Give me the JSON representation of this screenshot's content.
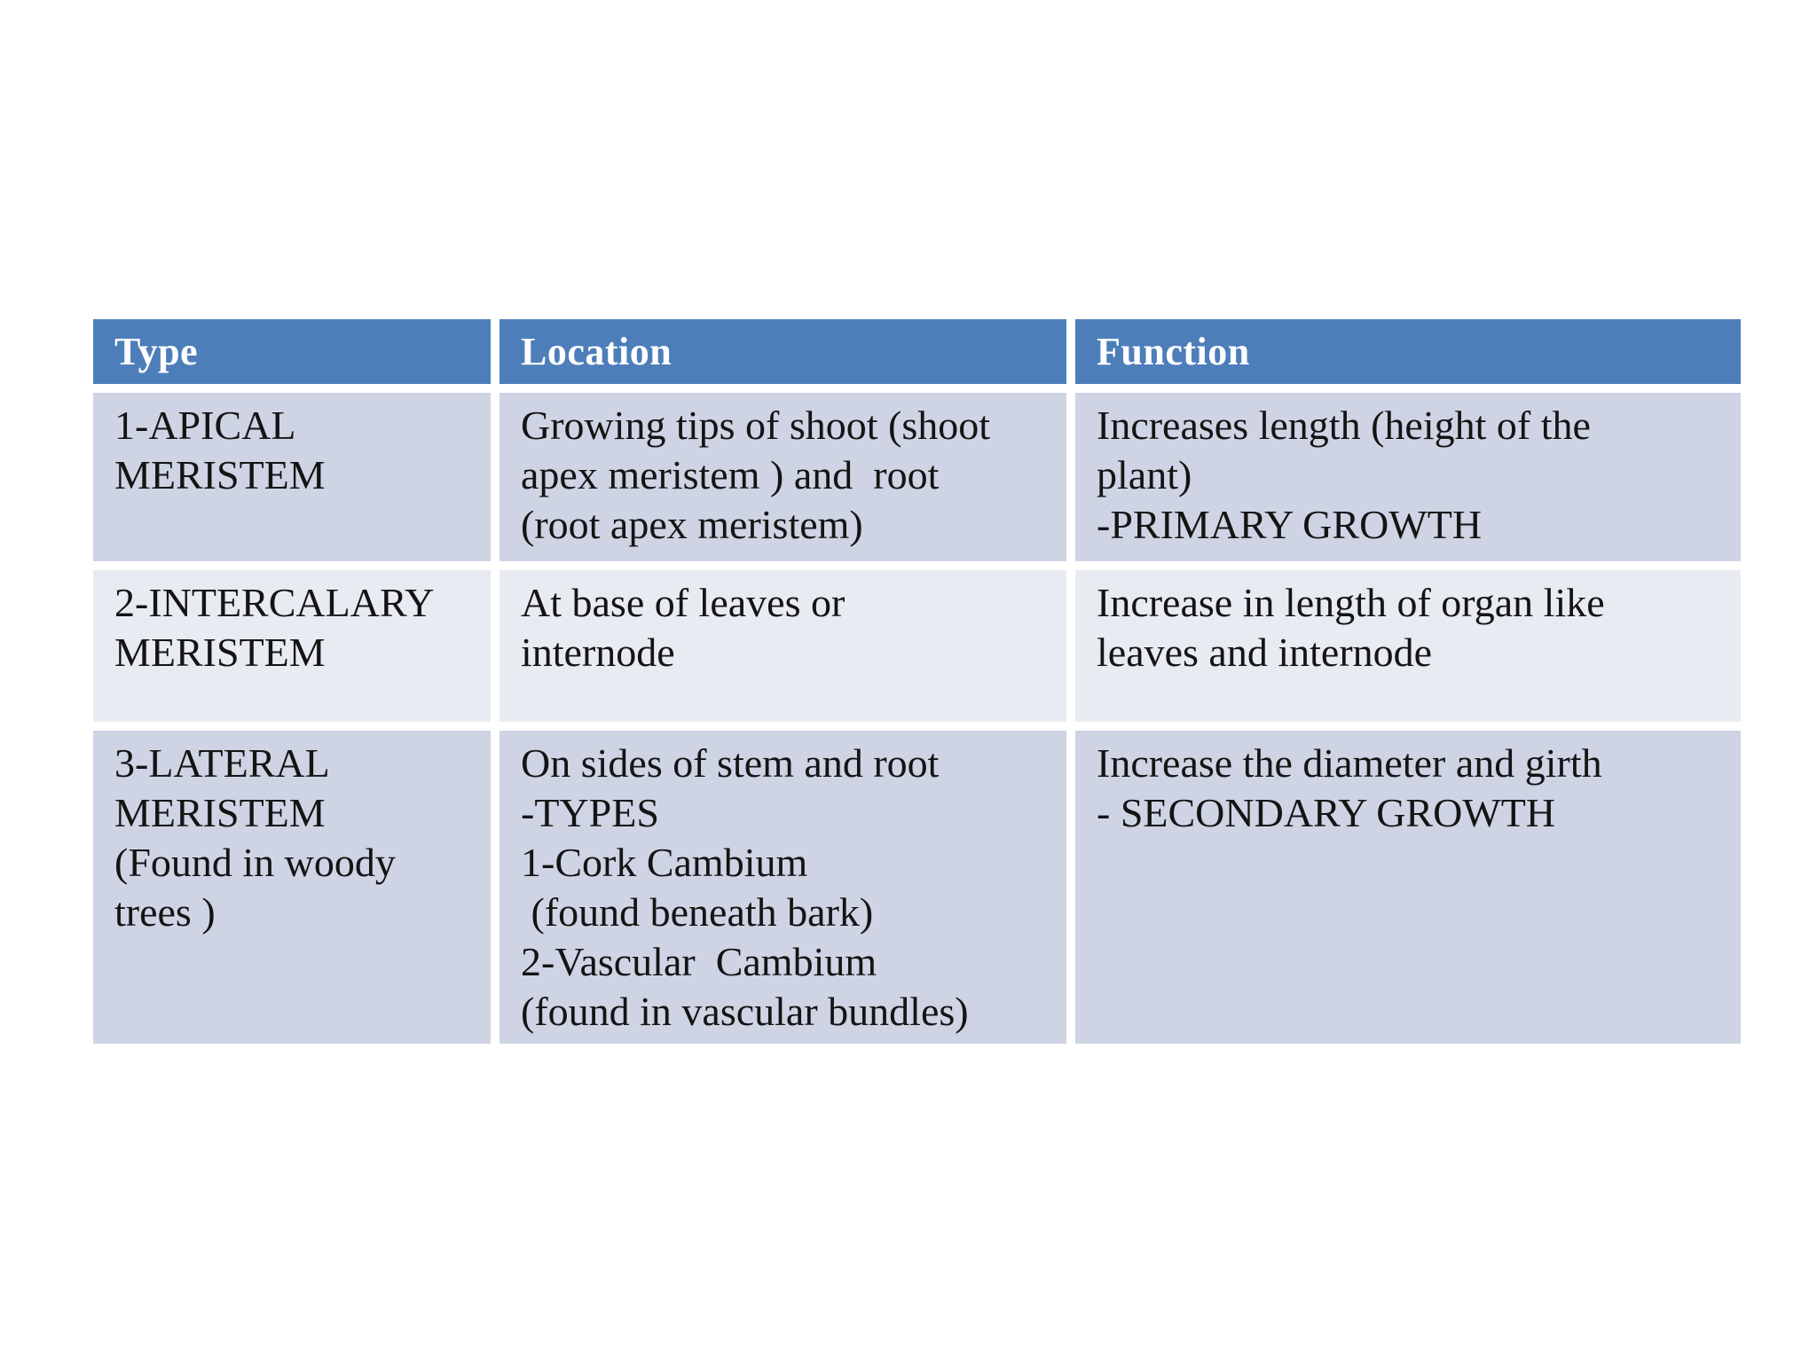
{
  "slide": {
    "kind": "presentation-slide-table",
    "title": ""
  },
  "colors": {
    "slide-bg": "#FFFFFF",
    "divider": "#FFFFFF",
    "header-bg": "#4D7EBA",
    "header-text": "#FFFFFF",
    "row-odd-bg": "#CED4E4",
    "row-even-bg": "#E9EBF2",
    "body-text": "#141414"
  },
  "table": {
    "headers": [
      "Type",
      "Location",
      "Function"
    ],
    "rows": [
      {
        "type": "1-APICAL\nMERISTEM",
        "location": "Growing tips of shoot (shoot\napex meristem ) and  root\n(root apex meristem)",
        "function": "Increases length (height of the\nplant)\n-PRIMARY GROWTH"
      },
      {
        "type": "2-INTERCALARY\nMERISTEM",
        "location": "At base of leaves or\ninternode",
        "function": "Increase in length of organ like\nleaves and internode"
      },
      {
        "type": "3-LATERAL\nMERISTEM\n(Found in woody\ntrees )",
        "location": "On sides of stem and root\n-TYPES\n1-Cork Cambium\n (found beneath bark)\n2-Vascular  Cambium\n(found in vascular bundles)",
        "function": "Increase the diameter and girth\n- SECONDARY GROWTH"
      }
    ]
  }
}
